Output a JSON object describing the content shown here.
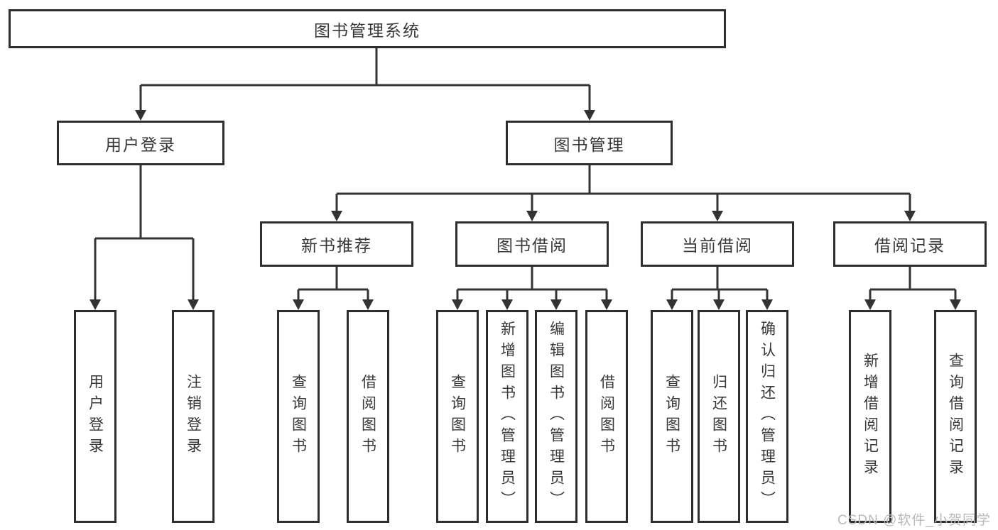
{
  "tree": {
    "label": "图书管理系统",
    "children": [
      {
        "label": "用户登录",
        "children": [
          {
            "label": "用户登录"
          },
          {
            "label": "注销登录"
          }
        ]
      },
      {
        "label": "图书管理",
        "children": [
          {
            "label": "新书推荐",
            "children": [
              {
                "label": "查询图书"
              },
              {
                "label": "借阅图书"
              }
            ]
          },
          {
            "label": "图书借阅",
            "children": [
              {
                "label": "查询图书"
              },
              {
                "label": "新增图书（管理员）"
              },
              {
                "label": "编辑图书（管理员）"
              },
              {
                "label": "借阅图书"
              }
            ]
          },
          {
            "label": "当前借阅",
            "children": [
              {
                "label": "查询图书"
              },
              {
                "label": "归还图书"
              },
              {
                "label": "确认归还（管理员）"
              }
            ]
          },
          {
            "label": "借阅记录",
            "children": [
              {
                "label": "新增借阅记录"
              },
              {
                "label": "查询借阅记录"
              }
            ]
          }
        ]
      }
    ]
  },
  "watermark": {
    "text": "CSDN @软件_小贺同学"
  },
  "colors": {
    "box_border": "#2e2e2e",
    "connector_line": "#333333",
    "text": "#383838",
    "watermark": "#b9b9b9",
    "background": "#ffffff"
  }
}
